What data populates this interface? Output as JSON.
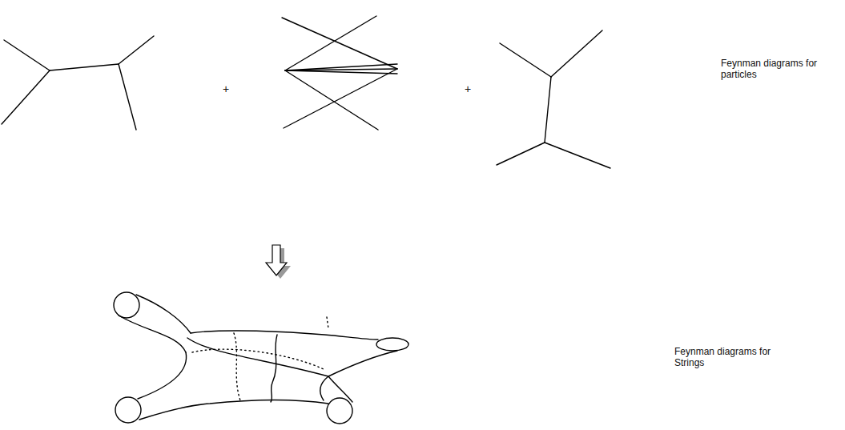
{
  "diagram": {
    "labels": [
      "+",
      "+",
      "Feynman diagrams for particles",
      "Feynman diagrams for Strings"
    ]
  }
}
